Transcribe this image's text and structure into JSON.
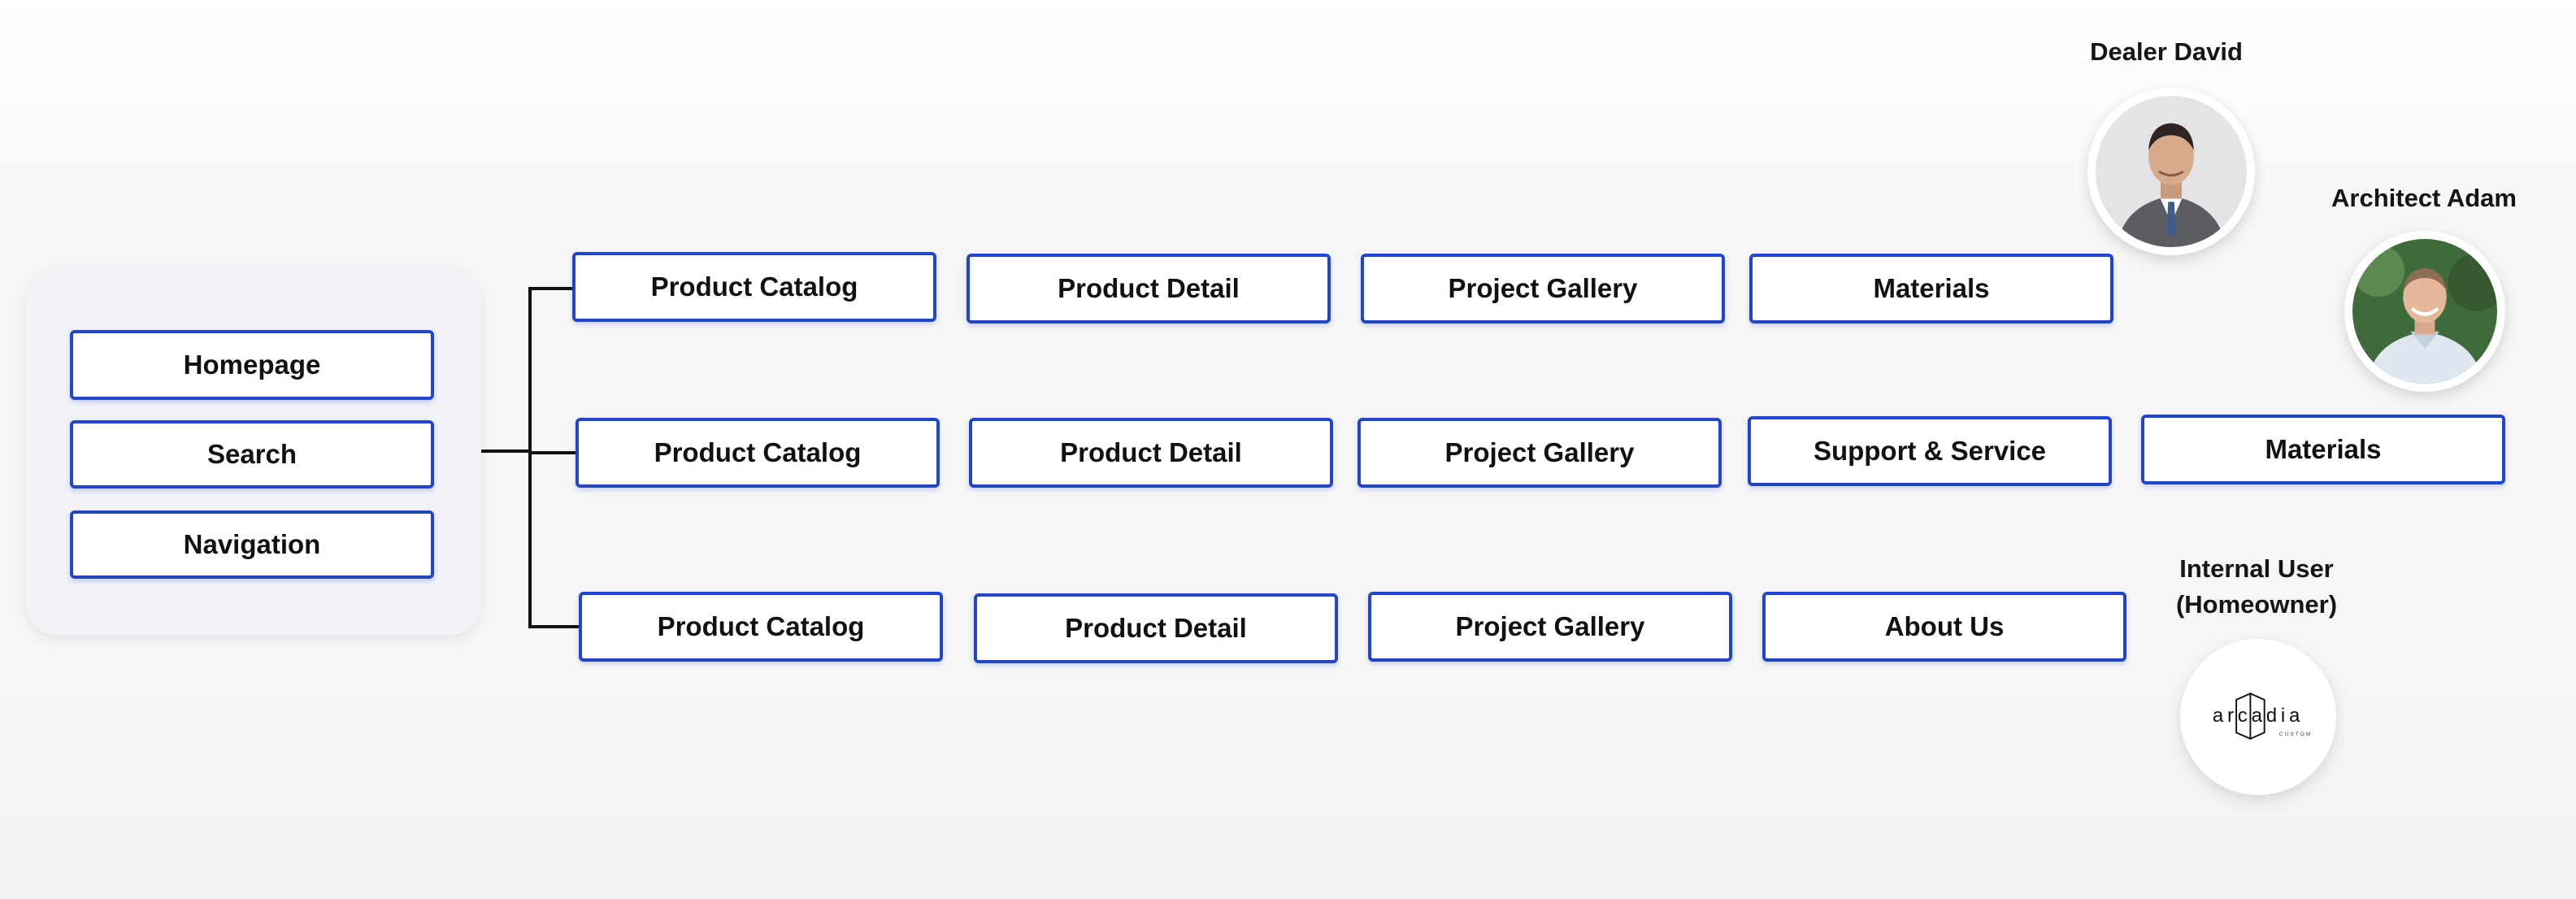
{
  "hub": {
    "items": [
      {
        "label": "Homepage"
      },
      {
        "label": "Search"
      },
      {
        "label": "Navigation"
      }
    ]
  },
  "rows": [
    {
      "nodes": [
        {
          "label": "Product Catalog"
        },
        {
          "label": "Product Detail"
        },
        {
          "label": "Project Gallery"
        },
        {
          "label": "Materials"
        }
      ]
    },
    {
      "nodes": [
        {
          "label": "Product Catalog"
        },
        {
          "label": "Product Detail"
        },
        {
          "label": "Project Gallery"
        },
        {
          "label": "Support & Service"
        },
        {
          "label": "Materials"
        }
      ]
    },
    {
      "nodes": [
        {
          "label": "Product Catalog"
        },
        {
          "label": "Product Detail"
        },
        {
          "label": "Project Gallery"
        },
        {
          "label": "About Us"
        }
      ]
    }
  ],
  "personas": [
    {
      "name": "Dealer David"
    },
    {
      "name": "Architect Adam"
    },
    {
      "name": "Internal User (Homeowner)",
      "line1": "Internal User",
      "line2": "(Homeowner)"
    }
  ],
  "logo": {
    "wordmark": "arcadia",
    "subtext": "CUSTOM"
  },
  "colors": {
    "node_border": "#2346c7",
    "panel_bg": "#f0f2f8",
    "connector": "#111111",
    "text": "#111111"
  }
}
